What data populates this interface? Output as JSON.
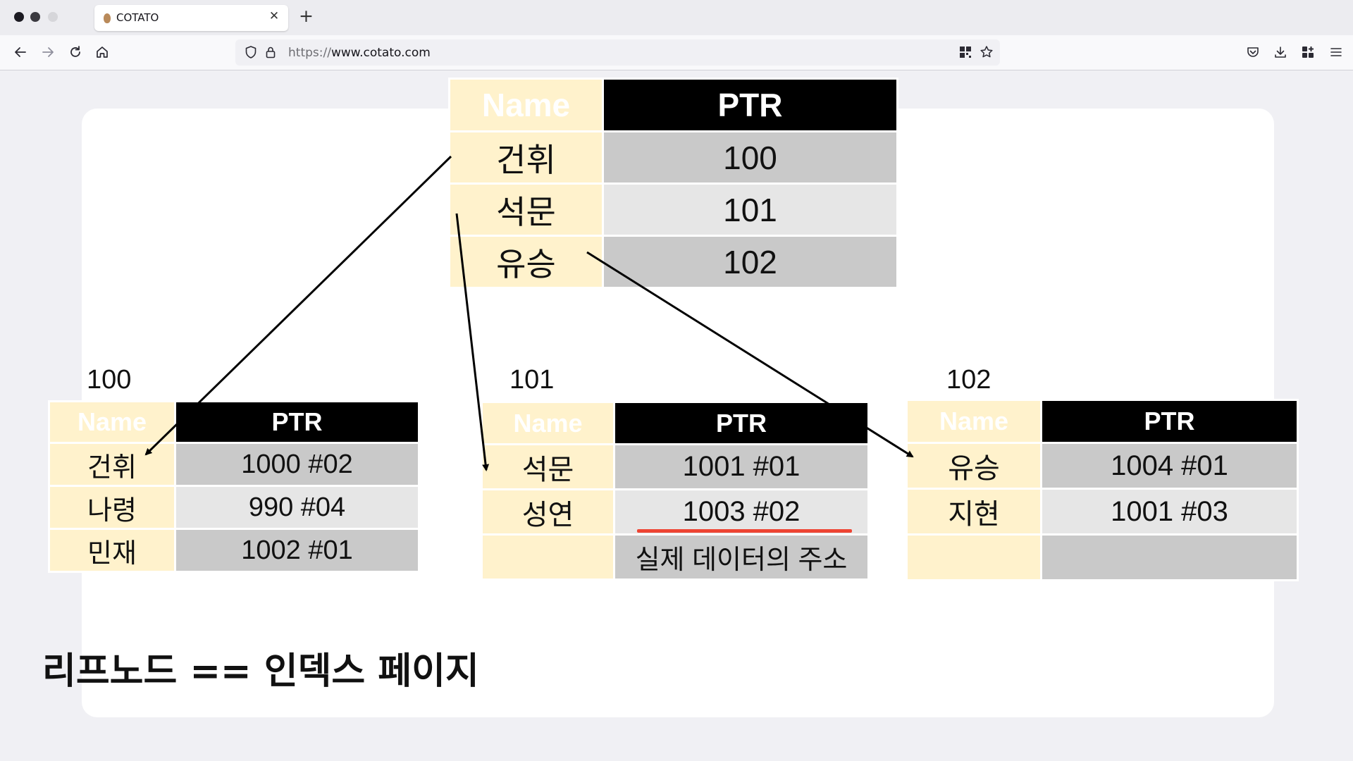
{
  "browser": {
    "tab_title": "COTATO",
    "tab_close": "✕",
    "new_tab": "+",
    "url_protocol": "https://",
    "url_host": "www.cotato.com"
  },
  "slide": {
    "root_table": {
      "header": {
        "name": "Name",
        "ptr": "PTR"
      },
      "rows": [
        {
          "name": "건휘",
          "ptr": "100"
        },
        {
          "name": "석문",
          "ptr": "101"
        },
        {
          "name": "유승",
          "ptr": "102"
        }
      ]
    },
    "leaf_tables": [
      {
        "label": "100",
        "header": {
          "name": "Name",
          "ptr": "PTR"
        },
        "rows": [
          {
            "name": "건휘",
            "ptr": "1000 #02"
          },
          {
            "name": "나령",
            "ptr": "990 #04"
          },
          {
            "name": "민재",
            "ptr": "1002 #01"
          }
        ]
      },
      {
        "label": "101",
        "header": {
          "name": "Name",
          "ptr": "PTR"
        },
        "rows": [
          {
            "name": "석문",
            "ptr": "1001 #01"
          },
          {
            "name": "성연",
            "ptr": "1003 #02"
          },
          {
            "name": "",
            "ptr": "실제 데이터의 주소"
          }
        ]
      },
      {
        "label": "102",
        "header": {
          "name": "Name",
          "ptr": "PTR"
        },
        "rows": [
          {
            "name": "유승",
            "ptr": "1004 #01"
          },
          {
            "name": "지현",
            "ptr": "1001 #03"
          },
          {
            "name": "",
            "ptr": ""
          }
        ]
      }
    ],
    "footer_text": "리프노드 == 인덱스 페이지"
  },
  "colors": {
    "name_cell": "#fff2cc",
    "ptr_header": "#000000",
    "ptr_dark": "#c9c9c9",
    "ptr_light": "#e6e6e6",
    "underline": "#ee4433"
  },
  "icons": [
    "back-arrow-icon",
    "forward-arrow-icon",
    "reload-icon",
    "home-icon",
    "shield-icon",
    "lock-icon",
    "qr-code-icon",
    "star-icon",
    "pocket-icon",
    "download-icon",
    "extensions-icon",
    "hamburger-menu-icon"
  ]
}
